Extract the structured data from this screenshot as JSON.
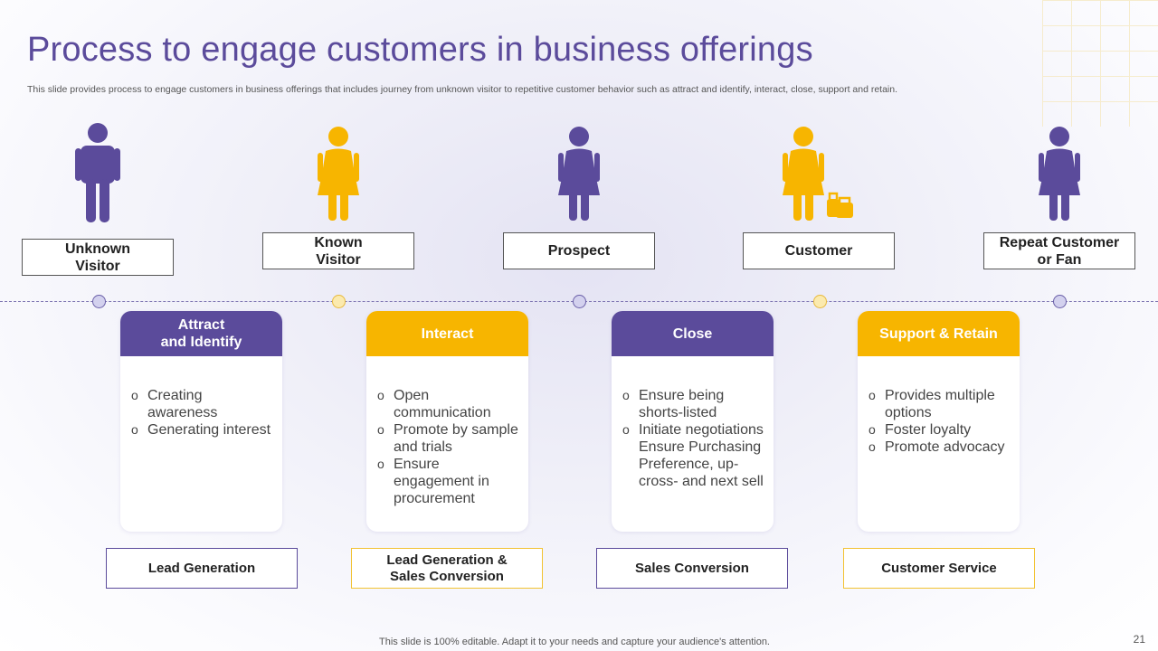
{
  "title": "Process to engage customers in business offerings",
  "subtitle": "This slide provides process to engage customers in business offerings that includes journey from unknown visitor to repetitive customer behavior such as attract and identify, interact, close, support and retain.",
  "colors": {
    "purple": "#5b4b9b",
    "yellow": "#f7b500"
  },
  "stages": [
    {
      "label": "Unknown\nVisitor",
      "icon": "male-person-icon",
      "color": "#5b4b9b"
    },
    {
      "label": "Known\nVisitor",
      "icon": "female-person-icon",
      "color": "#f7b500"
    },
    {
      "label": "Prospect",
      "icon": "female-person-icon",
      "color": "#5b4b9b"
    },
    {
      "label": "Customer",
      "icon": "female-person-with-bag-icon",
      "color": "#f7b500"
    },
    {
      "label": "Repeat Customer\nor Fan",
      "icon": "female-person-icon",
      "color": "#5b4b9b"
    }
  ],
  "cards": [
    {
      "title": "Attract\nand Identify",
      "items": [
        "Creating awareness",
        "Generating interest"
      ]
    },
    {
      "title": "Interact",
      "items": [
        "Open communication",
        "Promote by sample and trials",
        "Ensure engagement in procurement"
      ]
    },
    {
      "title": "Close",
      "items": [
        "Ensure being shorts-listed",
        "Initiate negotiations Ensure Purchasing Preference, up- cross- and next sell"
      ]
    },
    {
      "title": "Support & Retain",
      "items": [
        "Provides multiple options",
        "Foster loyalty",
        "Promote advocacy"
      ]
    }
  ],
  "outcomes": [
    {
      "label": "Lead Generation"
    },
    {
      "label": "Lead Generation &\nSales Conversion"
    },
    {
      "label": "Sales Conversion"
    },
    {
      "label": "Customer Service"
    }
  ],
  "footer": "This slide is 100% editable. Adapt it to your needs and capture your audience's attention.",
  "page_number": "21"
}
